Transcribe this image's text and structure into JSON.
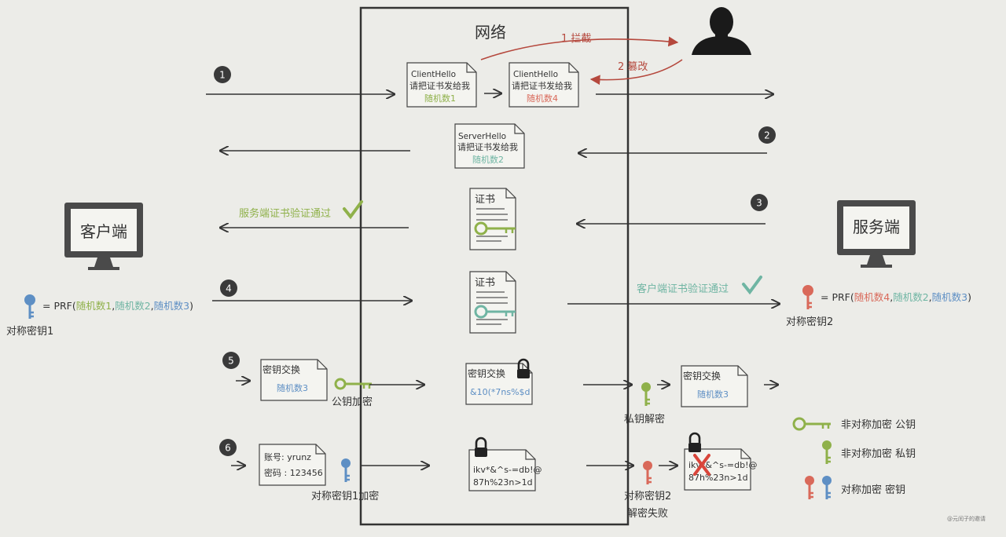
{
  "network_title": "网络",
  "steps": [
    "1",
    "2",
    "3",
    "4",
    "5",
    "6"
  ],
  "attack": {
    "intercept": "1 拦截",
    "tamper": "2 篡改"
  },
  "msg_client_hello": {
    "line1": "ClientHello",
    "line2": "请把证书发给我",
    "line3": "随机数1"
  },
  "msg_client_hello_tampered": {
    "line1": "ClientHello",
    "line2": "请把证书发给我",
    "line3": "随机数4"
  },
  "msg_server_hello": {
    "line1": "ServerHello",
    "line2": "请把证书发给我",
    "line3": "随机数2"
  },
  "cert_label": "证书",
  "client": {
    "label": "客户端",
    "formula_prefix": "= PRF(",
    "r1": "随机数1",
    "r2": "随机数2",
    "r3": "随机数3",
    "key_label": "对称密钥1"
  },
  "server": {
    "label": "服务端",
    "formula_prefix": "= PRF(",
    "r1": "随机数4",
    "r2": "随机数2",
    "r3": "随机数3",
    "key_label": "对称密钥2"
  },
  "client_verified": "服务端证书验证通过",
  "server_verified": "客户端证书验证通过",
  "key_exchange": {
    "title": "密钥交换",
    "random": "随机数3",
    "cipher": "&10(*7ns%$d",
    "pub_encrypt": "公钥加密",
    "priv_decrypt": "私钥解密"
  },
  "data_msg": {
    "account": "账号: yrunz",
    "password": "密码 : 123456",
    "encrypt_label": "对称密钥1加密",
    "cipher1": "ikv*&^s-=db!@",
    "cipher2": "87h%23n>1d",
    "fail1": "对称密钥2",
    "fail2": "解密失败"
  },
  "legend": {
    "pub": "非对称加密 公钥",
    "priv": "非对称加密 私钥",
    "sym": "对称加密 密钥"
  },
  "watermark": "@元闰子的邀请",
  "colors": {
    "green": "#8fb14a",
    "teal": "#6fb5a3",
    "blue": "#5e8fc4",
    "red": "#d9695a",
    "dark": "#2d2d2d"
  }
}
